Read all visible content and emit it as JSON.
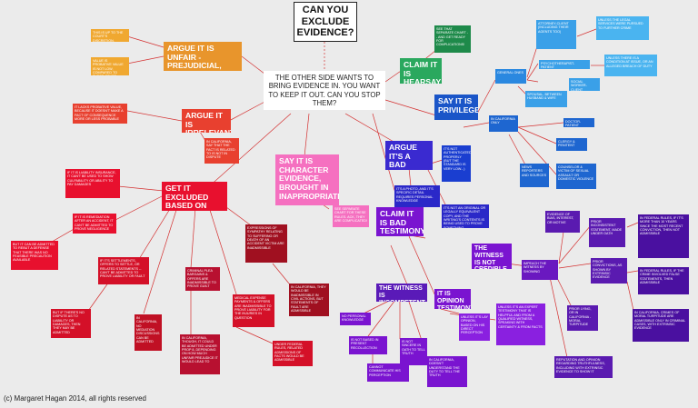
{
  "title": "CAN YOU EXCLUDE EVIDENCE?",
  "central": "THE OTHER SIDE WANTS TO BRING EVIDENCE IN. YOU WANT TO KEEP IT OUT. CAN YOU STOP THEM?",
  "unfair": {
    "label": "ARGUE IT IS UNFAIR - PREJUDICIAL, CONFUSING, OR A WASTE OF TIME",
    "n1": "THIS IS UP TO THE COURT'S DISCRETION.",
    "n2": "VALUE IS PROBATIVE VALUE IS NOT LOW, COMPARED TO THESE OTHER EFFECTS"
  },
  "irrelevant": {
    "label": "ARGUE IT IS IRRELEVANT!",
    "n1": "IT LACKS PROBATIVE VALUE, BECAUSE IT DOESN'T MAKE A FACT OF CONSEQUENCE MORE OR LESS PROBABLE",
    "n2": "IN CALIFORNIA, SAY THAT THE FACT IS RELATED TO IS NOT IN DISPUTE"
  },
  "policy": {
    "label": "GET IT EXCLUDED BASED ON POLICY GROUNDS!",
    "liability": "IF IT IS LIABILITY INSURANCE, IT CAN'T BE USED TO SHOW CULPABILITY OR ABILITY TO PAY DAMAGES",
    "remediation": "IF IT IS REMEDIATION AFTER AN ACCIDENT, IT CAN'T BE ADMITTED TO PROVE NEGLIGENCE",
    "defense": "BUT IT CAN BE ADMITTED TO REBUT A DEFENSE THAT THERE WAS NO FEASIBLE PRECAUTION AVAILABLE",
    "settlement": "IF IT'S SETTLEMENTS, OFFERS TO SETTLE, OR RELATED STATEMENTS -- CAN'T BE ADMITTED TO PROVE LIABILITY OR FAULT",
    "dispute": "BUT IF THERE'S NO DISPUTE AS TO LIABILITY OR DAMAGES, THEN THEY MAY BE ADMITTED",
    "mediation": "IN CALIFORNIA, NO MEDIATION DISCUSSIONS CAN BE ADMITTED",
    "plea": "CRIMINAL PLEA BARGAINS & OFFERS ARE INADMISSIBLE TO PROVE GUILT",
    "plea_ca": "IN CALIFORNIA, THOUGH, IT COULD BE ADMITTED UNDER PROP 8, DEPENDING ON HOW MUCH UNFAIR PREJUDICE IT WOULD LEAD TO",
    "medical": "MEDICAL EXPENSE PAYMENTS & OFFERS ARE INADMISSIBLE TO PROVE LIABILITY FOR THE INJURIES IN QUESTION",
    "medical_fed": "UNDER FEDERAL RULES, RELATED ADMISSIONS OF FACTS WOULD BE ADMISSIBLE",
    "sympathy": "EXPRESSIONS OF SYMPATHY RELATING TO SUFFERING OR DEATH OF AN ACCIDENT VICTIM ARE INADMISSIBLE",
    "sympathy_ca": "IN CALIFORNIA, THEY WOULD BE INADMISSIBLE IN CIVIL ACTIONS, BUT STATEMENTS OF FAULT ARE ADMISSIBLE"
  },
  "character": {
    "label": "SAY IT IS CHARACTER EVIDENCE, BROUGHT IN INAPPROPRIATELY!",
    "note": "SEE SEPARATE CHART FOR THESE RULES. ACK, THEY ARE COMPLICATED!"
  },
  "bad_writing": {
    "label": "ARGUE IT'S A BAD WRITING",
    "n1": "IT'S NOT AUTHENTICATED PROPERLY (BUT THE STANDARD IS VERY LOW...)",
    "n2": "IT'S A PHOTO, AND IT'S SPECIFIC DETAIL REQUIRES PERSONAL KNOWLEDGE",
    "n3": "IT'S NOT AN ORIGINAL OR LEGALLY EQUIVALENT COPY, AND THE WRITING'S CONTENTS IS BEING USED TO PROVE SOMETHING"
  },
  "hearsay": {
    "label": "CLAIM IT IS HEARSAY",
    "note": "SEE THAT SEPARATE CHART -- AND GET READY FOR COMPLICATIONS!"
  },
  "privileged": {
    "label": "SAY IT IS PRIVILEGED!",
    "general": "GENERAL ONES",
    "attorney": "ATTORNEY-CLIENT (INCLUDING THEIR AGENTS TOO)",
    "attorney_exc": "UNLESS THE LEGAL SERVICES WERE PURSUED TO FURTHER CRIME",
    "psych": "PSYCHOTHERAPIST-PATIENT",
    "psych_exc": "UNLESS THERE IS A CONDITION AT ISSUE, OR AN ALLEGED BREACH OF DUTY",
    "social": "SOCIAL WORKER-CLIENT",
    "spousal": "SPOUSAL, BETWEEN HUSBAND & WIFE",
    "ca_only": "IN CALIFORNIA ONLY",
    "doctor": "DOCTOR-PATIENT",
    "clergy": "CLERGY & PENITENT",
    "news": "NEWS REPORTERS AND SOURCES",
    "counselor": "COUNSELOR & VICTIM OF SEXUAL ASSAULT OR DOMESTIC VIOLENCE"
  },
  "testimony": {
    "label": "CLAIM IT IS BAD TESTIMONY",
    "not_credible": "THE WITNESS IS NOT CREDIBLE",
    "impeach": "IMPEACH THE WITNESS BY SHOWING",
    "bias": "EVIDENCE OF BIAS, INTEREST, OR MOTIVE",
    "prior_inconsistent": "PRIOR INCONSISTENT STATEMENT, MADE UNDER OATH",
    "fed_10yr": "IN FEDERAL RULES, IF IT'S MORE THAN 10 YEARS SINCE THE MOST RECENT CONVICTION, THEN NOT ADMISSIBLE",
    "prior_convictions": "PRIOR CONVICTIONS, AS SHOWN BY EXTRINSIC EVIDENCE",
    "fed_false": "IN FEDERAL RULES, IF THE CRIME INVOLVED FALSE STATEMENTS, THEN ADMISSIBLE",
    "ca_moral": "IN CALIFORNIA, CRIMES OF MORAL TURPITUDE ARE ADMISSIBLE ONLY IN CRIMINAL CASES, WITH EXTRINSIC EVIDENCE",
    "prior_lying": "PRIOR LYING, OR IN CALIFORNIA - MORAL TURPITUDE",
    "reputation": "REPUTATION AND OPINION REGARDING TRUTHFULNESS, INCLUDING WITH EXTRINSIC EVIDENCE TO SHOW IT",
    "incompetent": "THE WITNESS IS INCOMPETENT",
    "no_personal": "NO PERSONAL KNOWLEDGE",
    "not_present": "IS NOT BASED IN PRESENT RECOLLECTION",
    "not_sincere": "IS NOT SINCERE IN OATH TO TELL TRUTH",
    "cannot_comm": "CANNOT COMMUNICATE HIS PERCEPTION",
    "ca_duty": "IN CALIFORNIA, DOESN'T UNDERSTAND THE DUTY TO TELL THE TRUTH",
    "opinion": "IT IS OPINION TESTIMONY",
    "lay": "UNLESS IT'S LAY OPINION, BASED ON HIS DIRECT PERCEPTION",
    "expert": "UNLESS IT'S AN EXPERT TESTIMONY THAT IS HELPFUL AND FROM A QUALIFIED WITNESS, SPEAKING WITH CERTAINTY & FROM FACTS"
  },
  "copyright": "(c) Margaret Hagan 2014, all rights reserved",
  "colors": {
    "orange": "#e8952c",
    "red": "#e8402f",
    "crimson": "#c8102e",
    "pink": "#f570c0",
    "blue": "#1a55c8",
    "lightblue": "#3aa0e8",
    "green": "#2aa85e",
    "purple": "#7a14d0",
    "violet": "#5a1ab8"
  }
}
